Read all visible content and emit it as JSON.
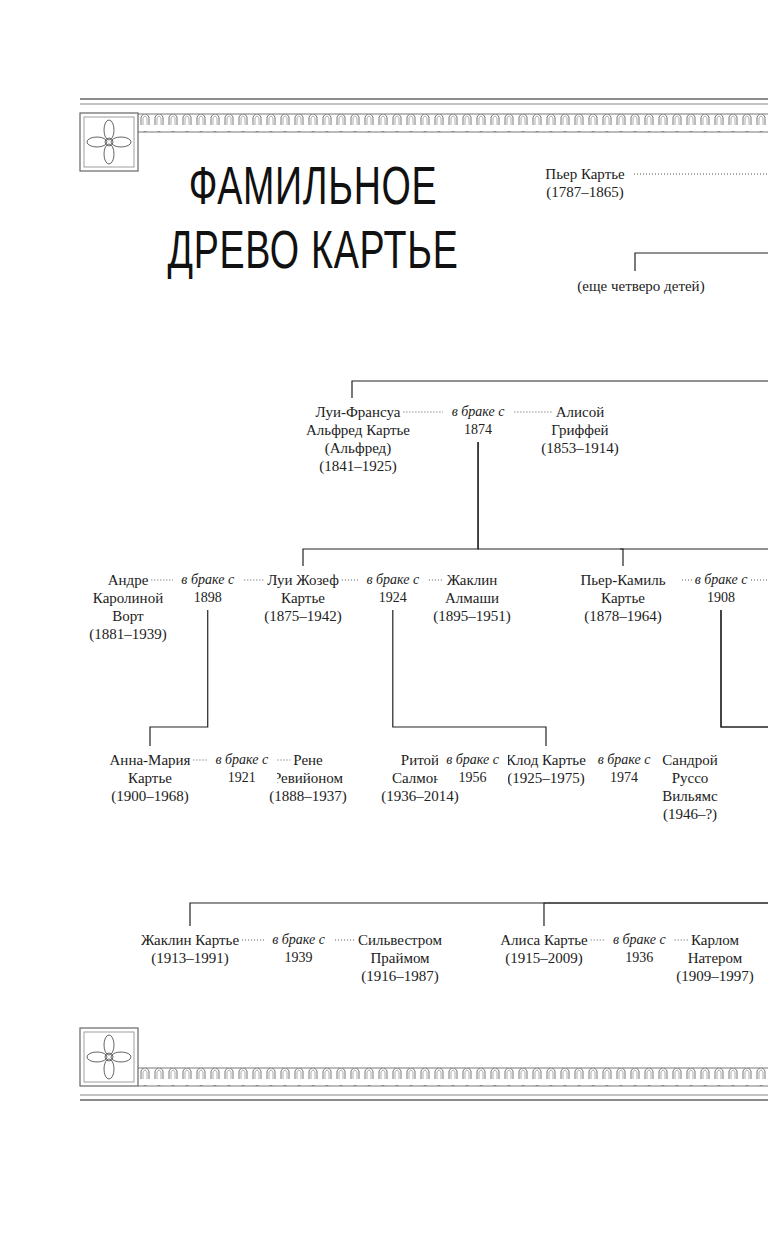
{
  "diagram": {
    "title": "ФАМИЛЬНОЕ ДРЕВО КАРТЬЕ",
    "nodes": [
      {
        "text": [
          "Пьер Картье",
          "(1787–1865)"
        ]
      },
      {
        "text": [
          "(еще четверо детей)"
        ]
      },
      {
        "text": [
          "Луи-Франсуа Альфред Картье (Альфред)",
          "(1841–1925)"
        ]
      },
      {
        "text": [
          "Алисой Гриффей",
          "(1853–1914)"
        ]
      },
      {
        "text": [
          "Андре Каролиной Ворт",
          "(1881–1939)"
        ]
      },
      {
        "text": [
          "Луи Жозеф Картье",
          "(1875–1942)"
        ]
      },
      {
        "text": [
          "Жаклин Алмаши",
          "(1895–1951)"
        ]
      },
      {
        "text": [
          "Пьер-Камиль Картье",
          "(1878–1964)"
        ]
      },
      {
        "text": [
          "Анна-Мария Картье",
          "(1900–1968)"
        ]
      },
      {
        "text": [
          "Рене Ревийоном",
          "(1888–1937)"
        ]
      },
      {
        "text": [
          "Ритой Салмона",
          "(1936–2014)"
        ]
      },
      {
        "text": [
          "Клод Картье",
          "(1925–1975)"
        ]
      },
      {
        "text": [
          "Сандрой Руссо Вильямс",
          "(1946–?)"
        ]
      },
      {
        "text": [
          "Жаклин Картье",
          "(1913–1991)"
        ]
      },
      {
        "text": [
          "Сильвестром Праймом",
          "(1916–1987)"
        ]
      },
      {
        "text": [
          "Алиса Картье",
          "(1915–2009)"
        ]
      },
      {
        "text": [
          "Карлом Натером",
          "(1909–1997)"
        ]
      }
    ],
    "edges": [
      {
        "from": 2,
        "to": 3,
        "label": "в браке с 1874",
        "arrow": "none"
      },
      {
        "from": 4,
        "to": 5,
        "label": "в браке с 1898",
        "arrow": "none"
      },
      {
        "from": 5,
        "to": 6,
        "label": "в браке с 1924",
        "arrow": "none"
      },
      {
        "from": 8,
        "to": 9,
        "label": "в браке с 1921",
        "arrow": "none"
      },
      {
        "from": 10,
        "to": 11,
        "label": "в браке с 1956",
        "arrow": "none"
      },
      {
        "from": 11,
        "to": 12,
        "label": "в браке с 1974",
        "arrow": "none"
      },
      {
        "from": 13,
        "to": 14,
        "label": "в браке с 1939",
        "arrow": "none"
      },
      {
        "from": 15,
        "to": 16,
        "label": "в браке с 1936",
        "arrow": "none"
      },
      {
        "from": 2,
        "to": 5,
        "arrow": "none"
      },
      {
        "from": 2,
        "to": 7,
        "arrow": "none"
      },
      {
        "from": 5,
        "to": 8,
        "arrow": "none"
      },
      {
        "from": 5,
        "to": 11,
        "arrow": "none"
      },
      {
        "from": 7,
        "to": 13,
        "arrow": "none"
      },
      {
        "from": 7,
        "to": 15,
        "arrow": "none"
      }
    ],
    "labels": [
      "в браке с",
      "1908"
    ]
  }
}
